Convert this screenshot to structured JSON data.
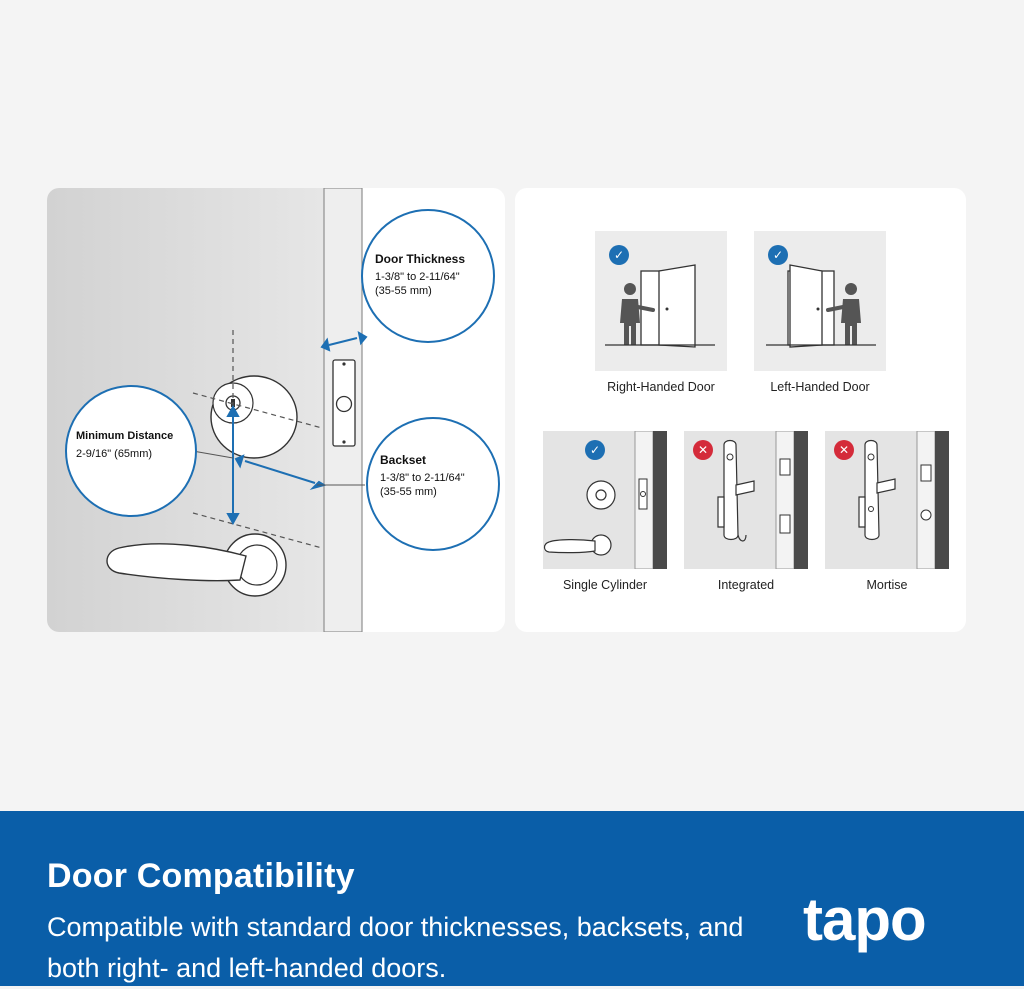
{
  "door_thickness": {
    "title": "Door Thickness",
    "line1": "1-3/8\" to 2-11/64\"",
    "line2": "(35-55 mm)"
  },
  "backset": {
    "title": "Backset",
    "line1": "1-3/8\" to 2-11/64\"",
    "line2": "(35-55 mm)"
  },
  "minimum_distance": {
    "title": "Minimum Distance",
    "value": "2-9/16\" (65mm)"
  },
  "door_types": [
    {
      "label": "Right-Handed Door",
      "status": "compatible"
    },
    {
      "label": "Left-Handed Door",
      "status": "compatible"
    },
    {
      "label": "Single Cylinder",
      "status": "compatible"
    },
    {
      "label": "Integrated",
      "status": "incompatible"
    },
    {
      "label": "Mortise",
      "status": "incompatible"
    }
  ],
  "footer": {
    "title": "Door Compatibility",
    "description": "Compatible with standard door thicknesses, backsets, and both right- and left-handed doors.",
    "brand": "tapo"
  },
  "colors": {
    "accent": "#1d6fb3",
    "footer_bg": "#0a5ea8",
    "incompatible": "#d42b3a"
  }
}
